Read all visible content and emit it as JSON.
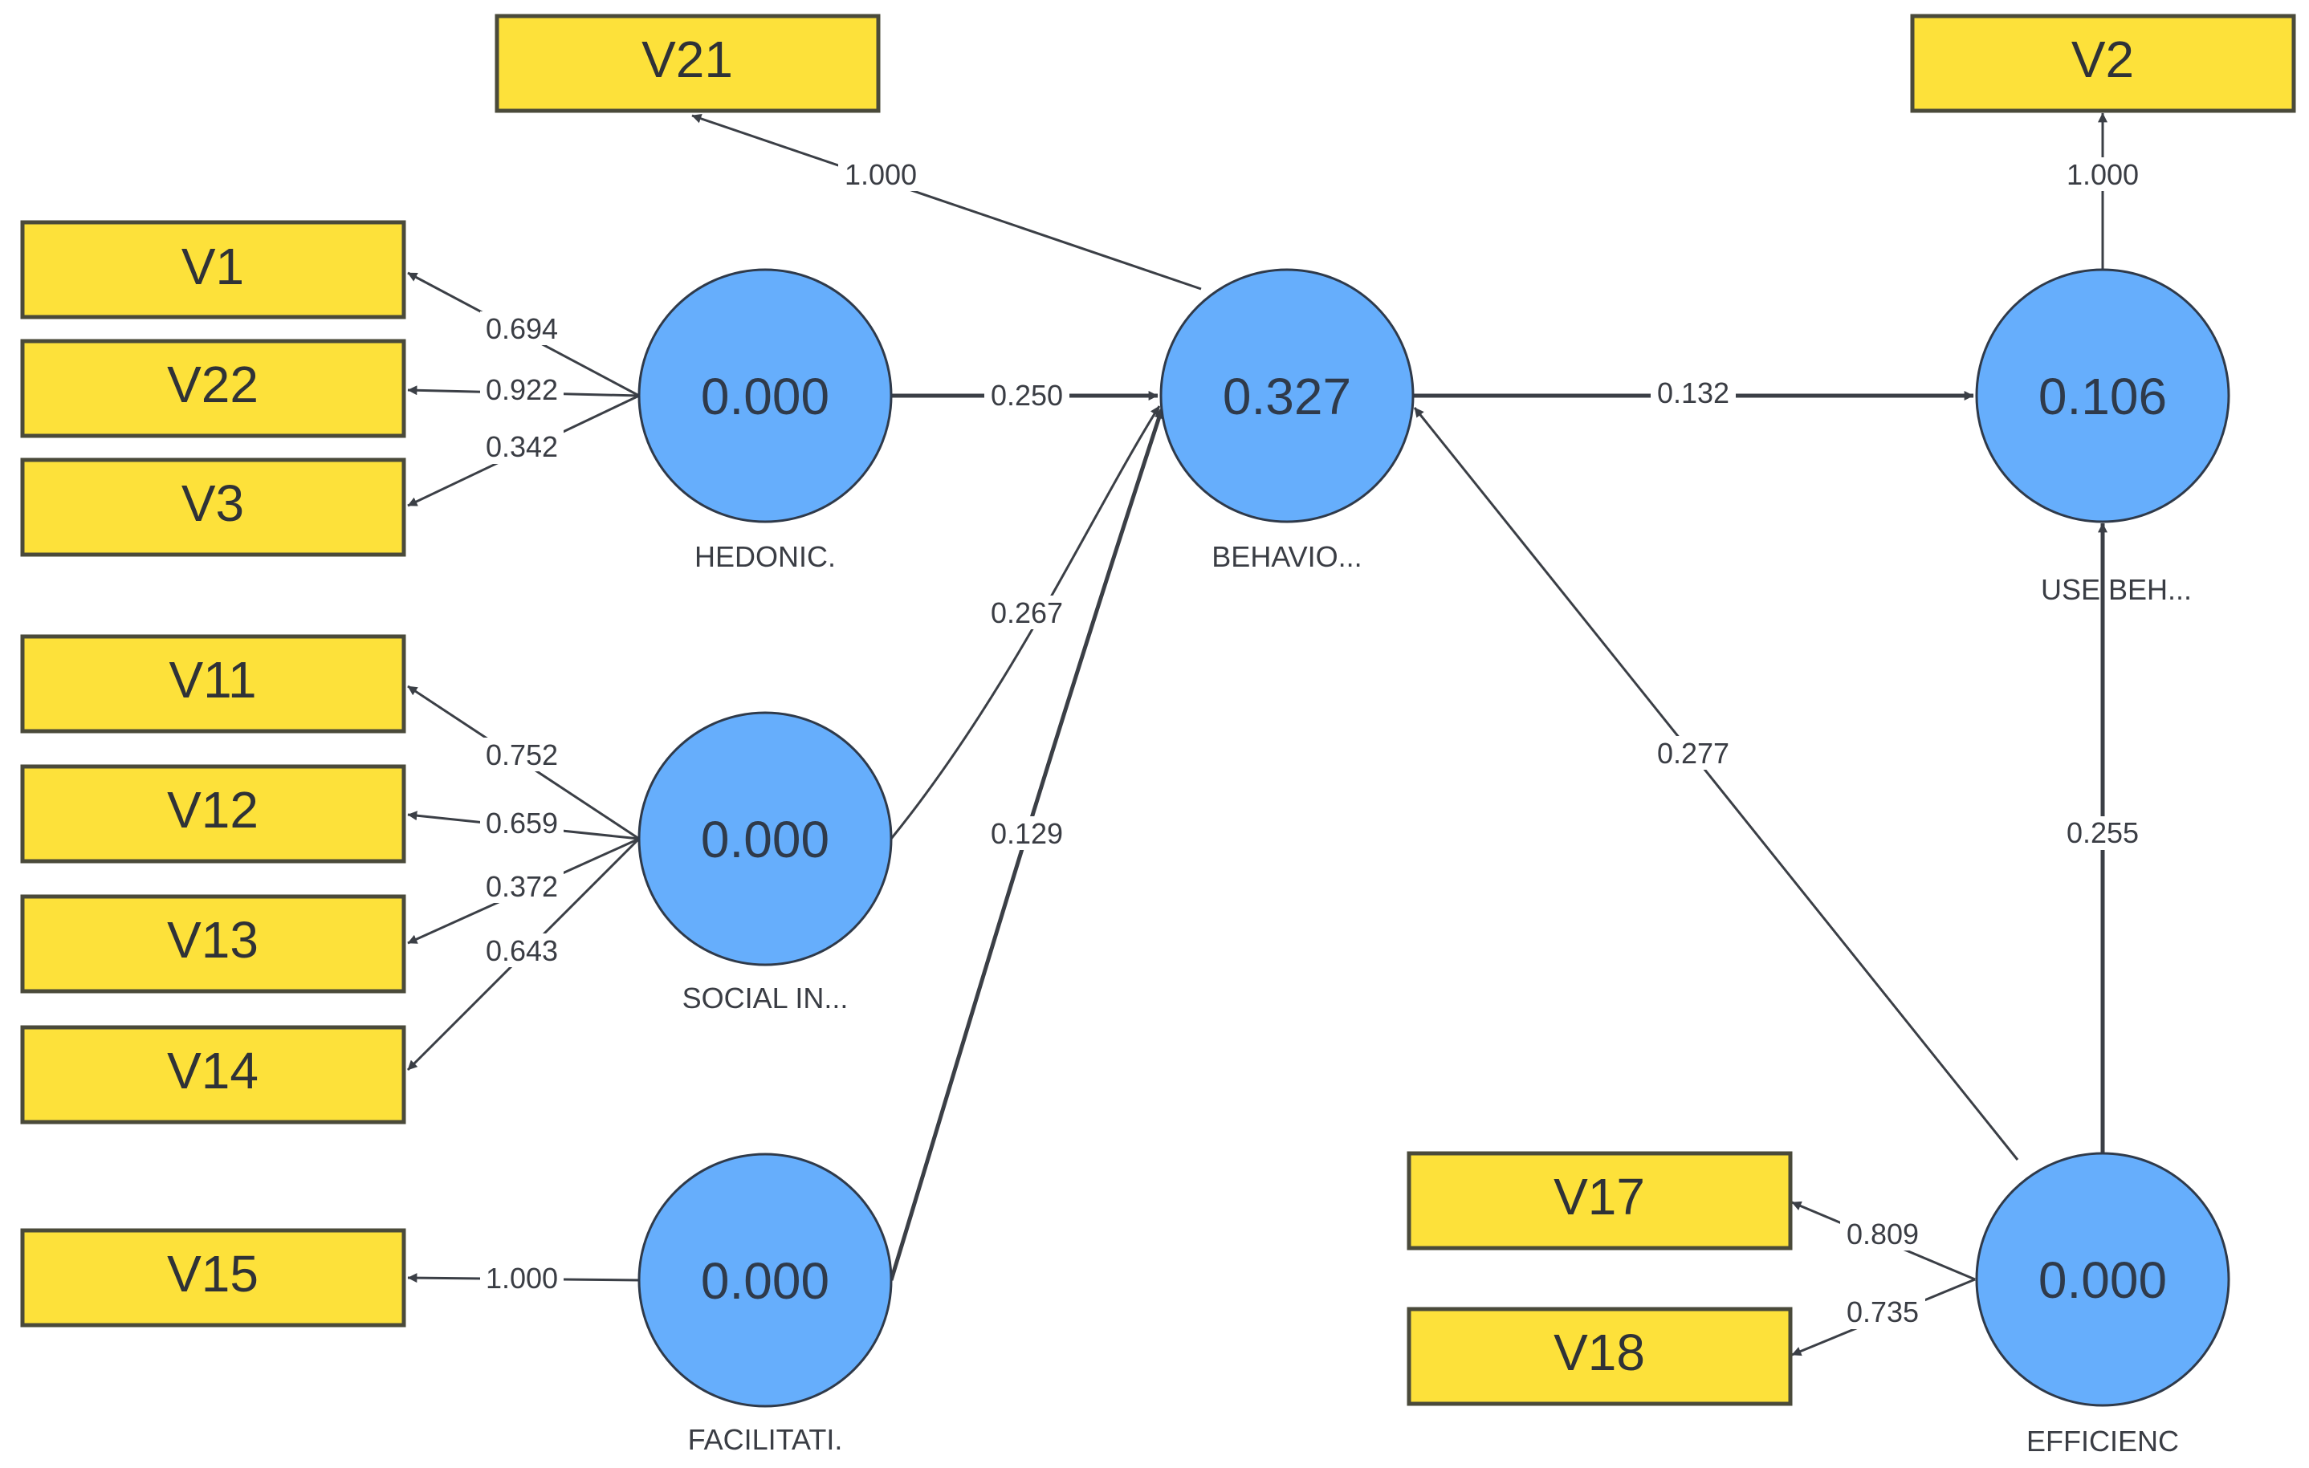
{
  "colors": {
    "indicator_fill": "#fde13a",
    "construct_fill": "#66aefc",
    "edge": "#3b3f46"
  },
  "constructs": [
    {
      "id": "hedonic",
      "value": "0.000",
      "label": "HEDONIC."
    },
    {
      "id": "social",
      "value": "0.000",
      "label": "SOCIAL IN..."
    },
    {
      "id": "facilitating",
      "value": "0.000",
      "label": "FACILITATI."
    },
    {
      "id": "behavioral",
      "value": "0.327",
      "label": "BEHAVIO..."
    },
    {
      "id": "use_behavior",
      "value": "0.106",
      "label": "USE BEH..."
    },
    {
      "id": "efficiency",
      "value": "0.000",
      "label": "EFFICIENC"
    }
  ],
  "indicators": [
    {
      "id": "V1",
      "label": "V1"
    },
    {
      "id": "V22",
      "label": "V22"
    },
    {
      "id": "V3",
      "label": "V3"
    },
    {
      "id": "V11",
      "label": "V11"
    },
    {
      "id": "V12",
      "label": "V12"
    },
    {
      "id": "V13",
      "label": "V13"
    },
    {
      "id": "V14",
      "label": "V14"
    },
    {
      "id": "V15",
      "label": "V15"
    },
    {
      "id": "V21",
      "label": "V21"
    },
    {
      "id": "V2",
      "label": "V2"
    },
    {
      "id": "V17",
      "label": "V17"
    },
    {
      "id": "V18",
      "label": "V18"
    }
  ],
  "outer_loadings": [
    {
      "from": "hedonic",
      "to": "V1",
      "label": "0.694"
    },
    {
      "from": "hedonic",
      "to": "V22",
      "label": "0.922"
    },
    {
      "from": "hedonic",
      "to": "V3",
      "label": "0.342"
    },
    {
      "from": "social",
      "to": "V11",
      "label": "0.752"
    },
    {
      "from": "social",
      "to": "V12",
      "label": "0.659"
    },
    {
      "from": "social",
      "to": "V13",
      "label": "0.372"
    },
    {
      "from": "social",
      "to": "V14",
      "label": "0.643"
    },
    {
      "from": "facilitating",
      "to": "V15",
      "label": "1.000"
    },
    {
      "from": "behavioral",
      "to": "V21",
      "label": "1.000"
    },
    {
      "from": "use_behavior",
      "to": "V2",
      "label": "1.000"
    },
    {
      "from": "efficiency",
      "to": "V17",
      "label": "0.809"
    },
    {
      "from": "efficiency",
      "to": "V18",
      "label": "0.735"
    }
  ],
  "path_coefficients": [
    {
      "from": "hedonic",
      "to": "behavioral",
      "label": "0.250"
    },
    {
      "from": "social",
      "to": "behavioral",
      "label": "0.267"
    },
    {
      "from": "facilitating",
      "to": "behavioral",
      "label": "0.129"
    },
    {
      "from": "behavioral",
      "to": "use_behavior",
      "label": "0.132"
    },
    {
      "from": "efficiency",
      "to": "behavioral",
      "label": "0.277"
    },
    {
      "from": "efficiency",
      "to": "use_behavior",
      "label": "0.255"
    }
  ]
}
